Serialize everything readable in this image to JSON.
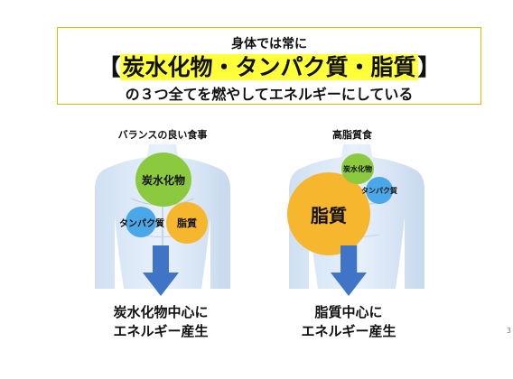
{
  "header": {
    "line1": "身体では常に",
    "line2_open": "【",
    "line2_highlight": "炭水化物・タンパク質・脂質",
    "line2_close": "】",
    "line3": "の３つ全てを燃やしてエネルギーにしている"
  },
  "left_panel": {
    "title": "バランスの良い食事",
    "bubbles": {
      "carb": "炭水化物",
      "protein": "タンパク質",
      "fat": "脂質"
    },
    "caption_line1": "炭水化物中心に",
    "caption_line2": "エネルギー産生"
  },
  "right_panel": {
    "title": "高脂質食",
    "bubbles": {
      "carb": "炭水化物",
      "protein": "タンパク質",
      "fat": "脂質"
    },
    "caption_line1": "脂質中心に",
    "caption_line2": "エネルギー産生"
  },
  "colors": {
    "carb": "#8bc93f",
    "protein": "#4aa8e8",
    "fat": "#f6b62e",
    "arrow": "#3f74c6",
    "highlight": "#ffff3a",
    "border": "#e6b800"
  },
  "page_number": "3"
}
